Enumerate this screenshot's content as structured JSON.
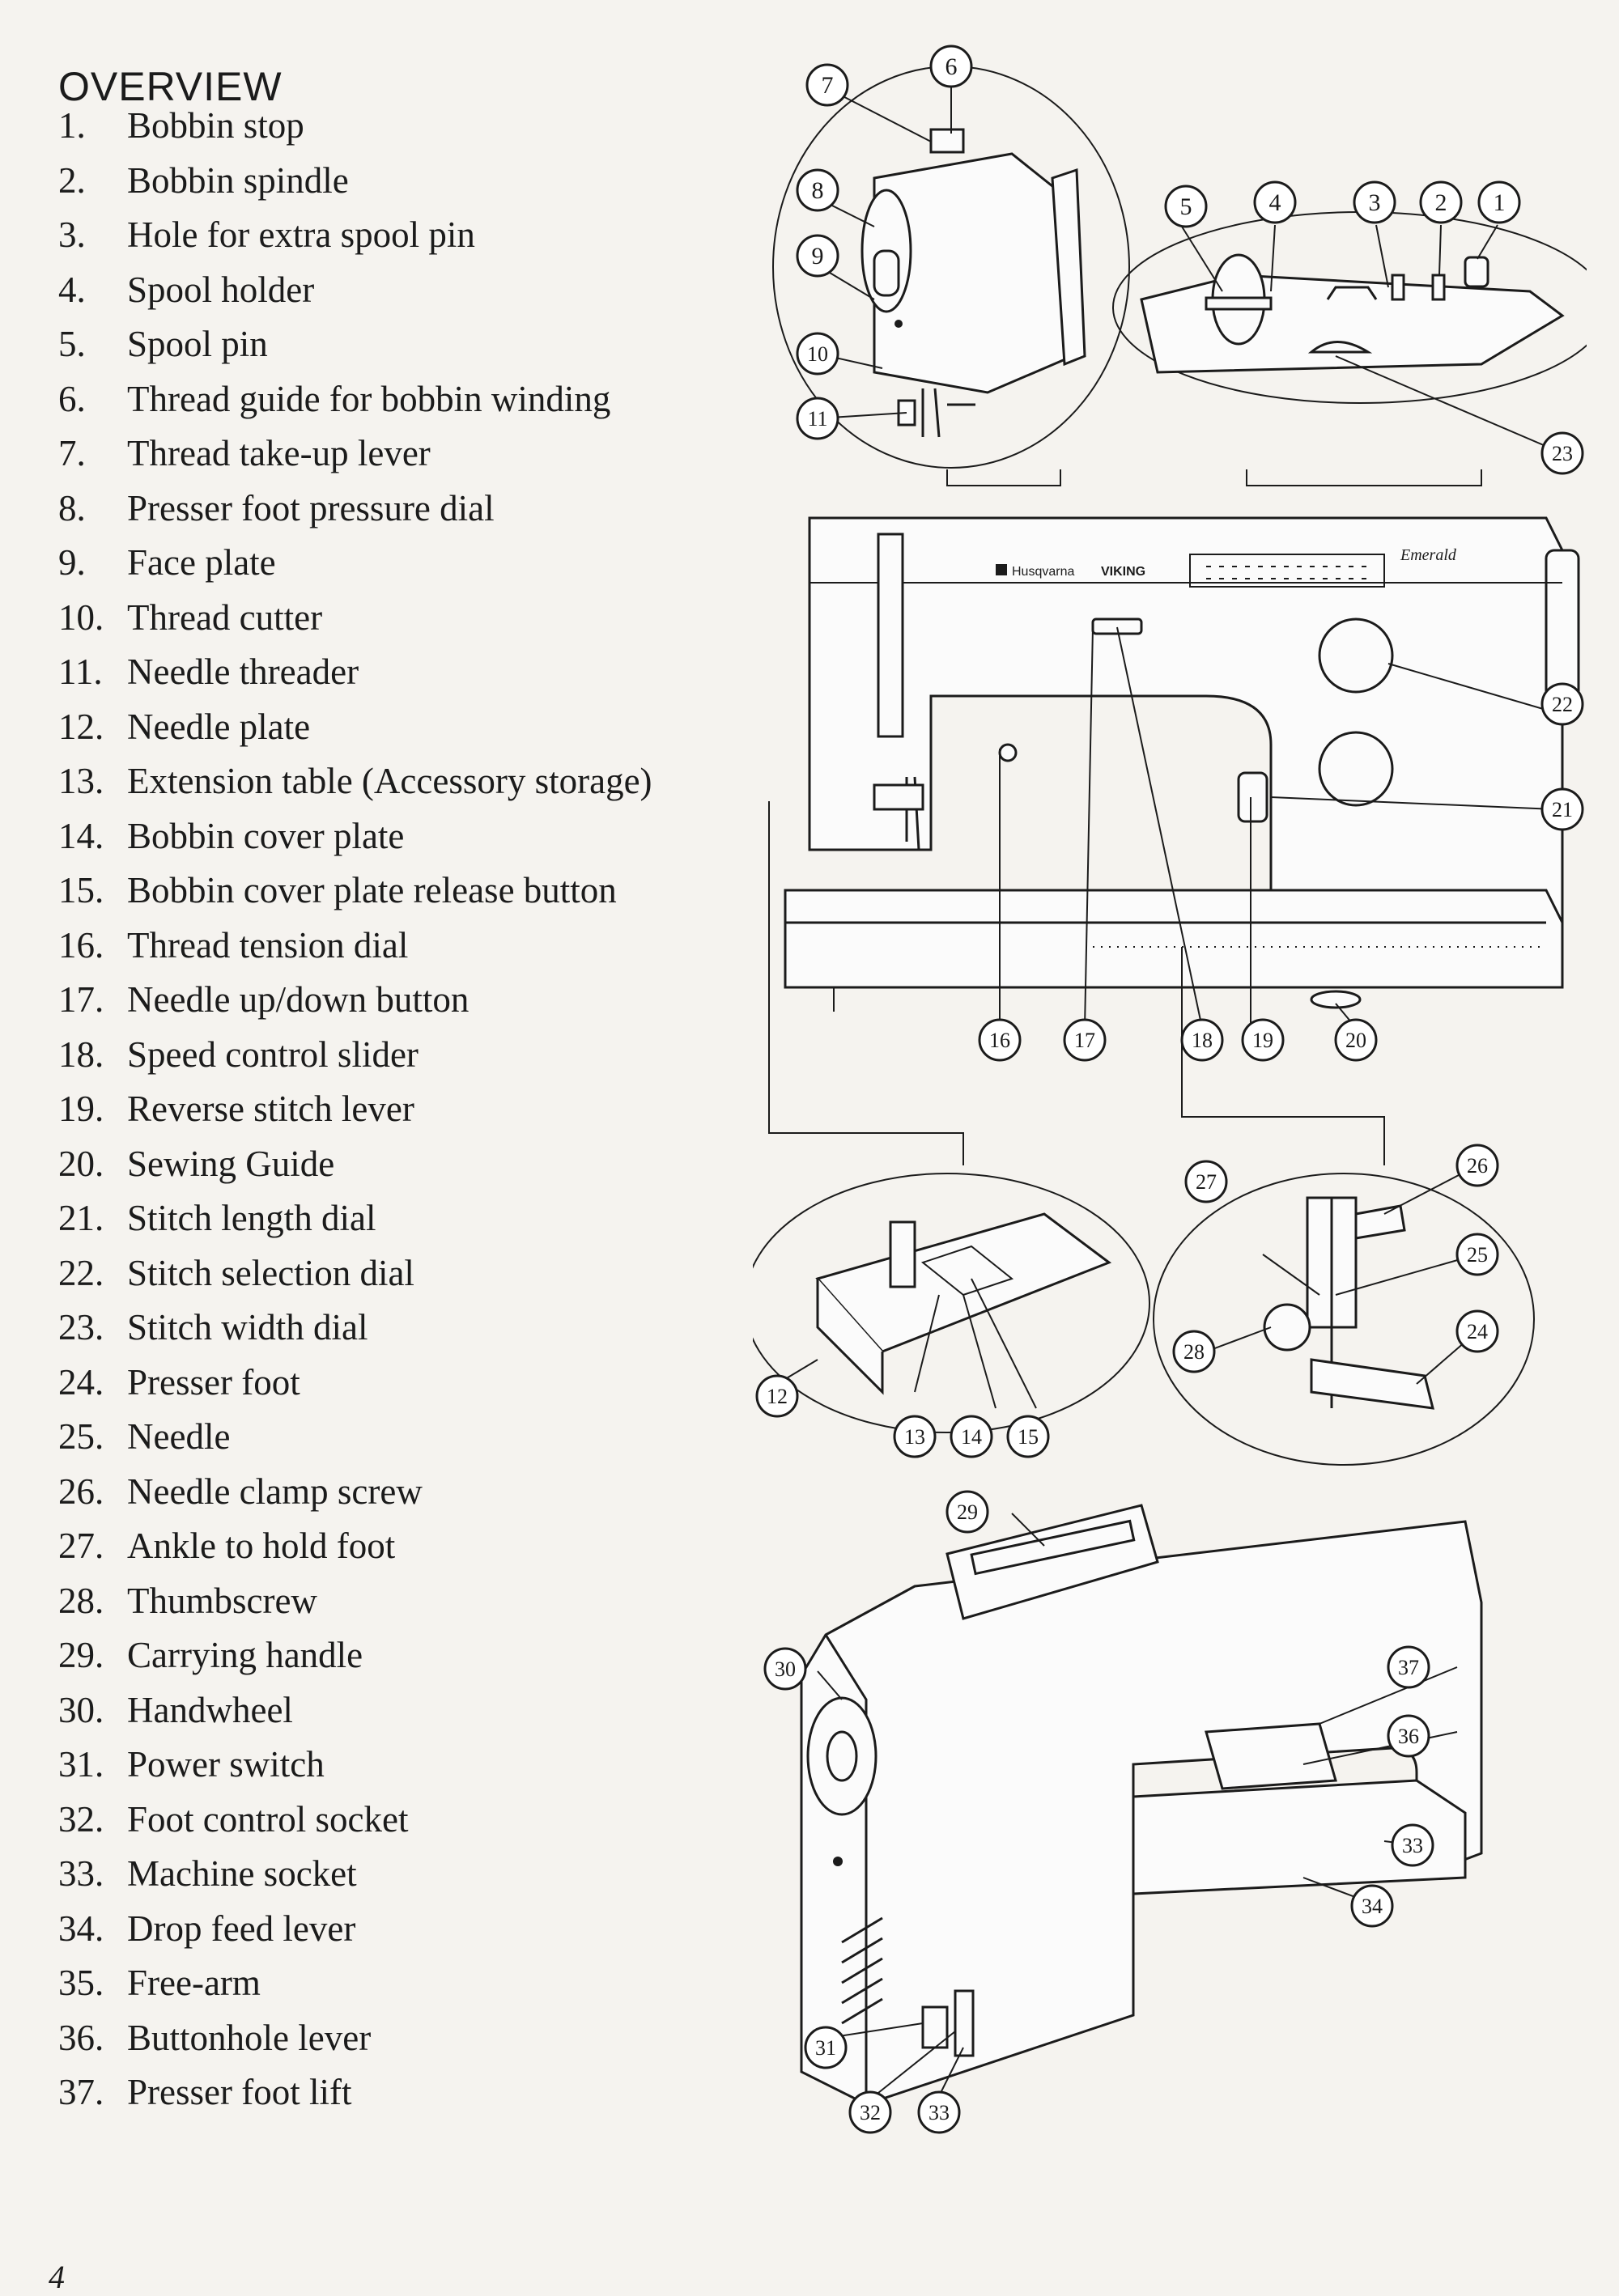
{
  "heading": "OVERVIEW",
  "items": [
    {
      "num": "1.",
      "label": "Bobbin stop"
    },
    {
      "num": "2.",
      "label": "Bobbin spindle"
    },
    {
      "num": "3.",
      "label": "Hole for extra spool pin"
    },
    {
      "num": "4.",
      "label": "Spool holder"
    },
    {
      "num": "5.",
      "label": "Spool pin"
    },
    {
      "num": "6.",
      "label": "Thread guide for bobbin winding"
    },
    {
      "num": "7.",
      "label": "Thread take-up lever"
    },
    {
      "num": "8.",
      "label": "Presser foot pressure dial"
    },
    {
      "num": "9.",
      "label": "Face plate"
    },
    {
      "num": "10.",
      "label": "Thread cutter"
    },
    {
      "num": "11.",
      "label": "Needle threader"
    },
    {
      "num": "12.",
      "label": "Needle plate"
    },
    {
      "num": "13.",
      "label": "Extension table (Accessory storage)"
    },
    {
      "num": "14.",
      "label": "Bobbin cover plate"
    },
    {
      "num": "15.",
      "label": "Bobbin cover plate release button"
    },
    {
      "num": "16.",
      "label": "Thread tension dial"
    },
    {
      "num": "17.",
      "label": "Needle up/down button"
    },
    {
      "num": "18.",
      "label": "Speed control slider"
    },
    {
      "num": "19.",
      "label": "Reverse stitch lever"
    },
    {
      "num": "20.",
      "label": "Sewing Guide"
    },
    {
      "num": "21.",
      "label": "Stitch length dial"
    },
    {
      "num": "22.",
      "label": "Stitch selection dial"
    },
    {
      "num": "23.",
      "label": "Stitch width dial"
    },
    {
      "num": "24.",
      "label": "Presser foot"
    },
    {
      "num": "25.",
      "label": "Needle"
    },
    {
      "num": "26.",
      "label": "Needle clamp screw"
    },
    {
      "num": "27.",
      "label": "Ankle to hold foot"
    },
    {
      "num": "28.",
      "label": "Thumbscrew"
    },
    {
      "num": "29.",
      "label": "Carrying handle"
    },
    {
      "num": "30.",
      "label": "Handwheel"
    },
    {
      "num": "31.",
      "label": "Power switch"
    },
    {
      "num": "32.",
      "label": "Foot control socket"
    },
    {
      "num": "33.",
      "label": "Machine socket"
    },
    {
      "num": "34.",
      "label": "Drop feed lever"
    },
    {
      "num": "35.",
      "label": "Free-arm"
    },
    {
      "num": "36.",
      "label": "Buttonhole lever"
    },
    {
      "num": "37.",
      "label": "Presser foot lift"
    }
  ],
  "diagram": {
    "brand_left": "Husqvarna",
    "brand_right": "VIKING",
    "model": "Emerald",
    "callouts": [
      "1",
      "2",
      "3",
      "4",
      "5",
      "6",
      "7",
      "8",
      "9",
      "10",
      "11",
      "12",
      "13",
      "14",
      "15",
      "16",
      "17",
      "18",
      "19",
      "20",
      "21",
      "22",
      "23",
      "24",
      "25",
      "26",
      "27",
      "28",
      "29",
      "30",
      "31",
      "32",
      "33",
      "33",
      "34",
      "36",
      "37"
    ]
  },
  "folio": "4"
}
